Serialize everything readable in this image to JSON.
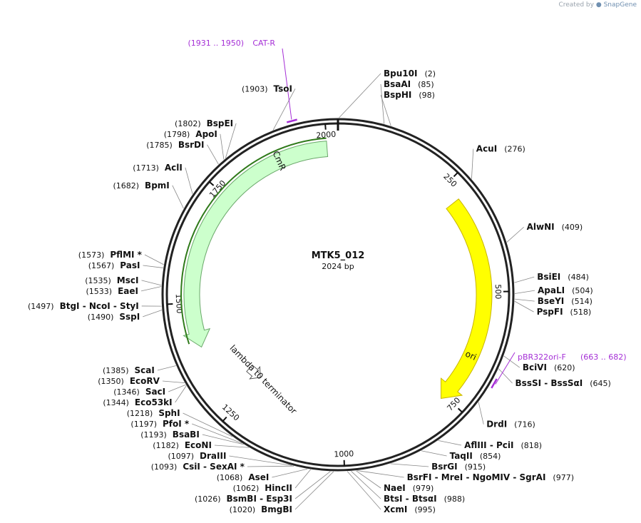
{
  "credit": {
    "prefix": "Created by",
    "brand": "SnapGene"
  },
  "plasmid": {
    "name": "MTK5_012",
    "length": "2024 bp",
    "total_bp": 2024
  },
  "ticks": [
    {
      "bp": 250,
      "label": "250"
    },
    {
      "bp": 500,
      "label": "500"
    },
    {
      "bp": 750,
      "label": "750"
    },
    {
      "bp": 1000,
      "label": "1000"
    },
    {
      "bp": 1250,
      "label": "1250"
    },
    {
      "bp": 1500,
      "label": "1500"
    },
    {
      "bp": 1750,
      "label": "1750"
    },
    {
      "bp": 2000,
      "label": "2000"
    }
  ],
  "features": [
    {
      "name": "ori",
      "start": 290,
      "end": 760,
      "direction": "cw",
      "color": "#ffff00",
      "stroke": "#c8b400"
    },
    {
      "name": "CmR",
      "start": 1400,
      "end": 2000,
      "direction": "ccw",
      "color": "#ccffcc",
      "stroke": "#6aa86a"
    },
    {
      "name": "lambda t0 terminator",
      "start": 1275,
      "end": 1370,
      "direction": "marker",
      "color": "#ffffff",
      "stroke": "#555555"
    }
  ],
  "primers": [
    {
      "name": "CAT-R",
      "range": "(1931 .. 1950)",
      "start": 1931,
      "end": 1950,
      "color": "#a52fd6"
    },
    {
      "name": "pBR322ori-F",
      "range": "(663 .. 682)",
      "start": 663,
      "end": 682,
      "color": "#a52fd6"
    }
  ],
  "sites": [
    {
      "text": "Bpu10I",
      "pos": "(2)",
      "bp": 2,
      "side": "right"
    },
    {
      "text": "BsaAI",
      "pos": "(85)",
      "bp": 85,
      "side": "right"
    },
    {
      "text": "BspHI",
      "pos": "(98)",
      "bp": 98,
      "side": "right"
    },
    {
      "text": "AcuI",
      "pos": "(276)",
      "bp": 276,
      "side": "right"
    },
    {
      "text": "AlwNI",
      "pos": "(409)",
      "bp": 409,
      "side": "right"
    },
    {
      "text": "BsiEI",
      "pos": "(484)",
      "bp": 484,
      "side": "right"
    },
    {
      "text": "ApaLI",
      "pos": "(504)",
      "bp": 504,
      "side": "right"
    },
    {
      "text": "BseYI",
      "pos": "(514)",
      "bp": 514,
      "side": "right"
    },
    {
      "text": "PspFI",
      "pos": "(518)",
      "bp": 518,
      "side": "right"
    },
    {
      "text": "BciVI",
      "pos": "(620)",
      "bp": 620,
      "side": "right"
    },
    {
      "text": "BssSI - BssSαI",
      "pos": "(645)",
      "bp": 645,
      "side": "right"
    },
    {
      "text": "DrdI",
      "pos": "(716)",
      "bp": 716,
      "side": "right"
    },
    {
      "text": "AflIII - PciI",
      "pos": "(818)",
      "bp": 818,
      "side": "right"
    },
    {
      "text": "TaqII",
      "pos": "(854)",
      "bp": 854,
      "side": "right"
    },
    {
      "text": "BsrGI",
      "pos": "(915)",
      "bp": 915,
      "side": "right"
    },
    {
      "text": "BsrFI - MreI - NgoMIV - SgrAI",
      "pos": "(977)",
      "bp": 977,
      "side": "right"
    },
    {
      "text": "NaeI",
      "pos": "(979)",
      "bp": 979,
      "side": "right"
    },
    {
      "text": "BtsI - BtsαI",
      "pos": "(988)",
      "bp": 988,
      "side": "right"
    },
    {
      "text": "XcmI",
      "pos": "(995)",
      "bp": 995,
      "side": "right"
    },
    {
      "text": "BmgBI",
      "pos": "(1020)",
      "bp": 1020,
      "side": "left"
    },
    {
      "text": "BsmBI - Esp3I",
      "pos": "(1026)",
      "bp": 1026,
      "side": "left"
    },
    {
      "text": "HincII",
      "pos": "(1062)",
      "bp": 1062,
      "side": "left"
    },
    {
      "text": "AseI",
      "pos": "(1068)",
      "bp": 1068,
      "side": "left"
    },
    {
      "text": "CsiI - SexAI *",
      "pos": "(1093)",
      "bp": 1093,
      "side": "left"
    },
    {
      "text": "DraIII",
      "pos": "(1097)",
      "bp": 1097,
      "side": "left"
    },
    {
      "text": "EcoNI",
      "pos": "(1182)",
      "bp": 1182,
      "side": "left"
    },
    {
      "text": "BsaBI",
      "pos": "(1193)",
      "bp": 1193,
      "side": "left"
    },
    {
      "text": "PfoI *",
      "pos": "(1197)",
      "bp": 1197,
      "side": "left"
    },
    {
      "text": "SphI",
      "pos": "(1218)",
      "bp": 1218,
      "side": "left"
    },
    {
      "text": "Eco53kI",
      "pos": "(1344)",
      "bp": 1344,
      "side": "left"
    },
    {
      "text": "SacI",
      "pos": "(1346)",
      "bp": 1346,
      "side": "left"
    },
    {
      "text": "EcoRV",
      "pos": "(1350)",
      "bp": 1350,
      "side": "left"
    },
    {
      "text": "ScaI",
      "pos": "(1385)",
      "bp": 1385,
      "side": "left"
    },
    {
      "text": "SspI",
      "pos": "(1490)",
      "bp": 1490,
      "side": "left"
    },
    {
      "text": "BtgI - NcoI - StyI",
      "pos": "(1497)",
      "bp": 1497,
      "side": "left"
    },
    {
      "text": "EaeI",
      "pos": "(1533)",
      "bp": 1533,
      "side": "left"
    },
    {
      "text": "MscI",
      "pos": "(1535)",
      "bp": 1535,
      "side": "left"
    },
    {
      "text": "PasI",
      "pos": "(1567)",
      "bp": 1567,
      "side": "left"
    },
    {
      "text": "PflMI *",
      "pos": "(1573)",
      "bp": 1573,
      "side": "left"
    },
    {
      "text": "BpmI",
      "pos": "(1682)",
      "bp": 1682,
      "side": "left"
    },
    {
      "text": "AclI",
      "pos": "(1713)",
      "bp": 1713,
      "side": "left"
    },
    {
      "text": "BsrDI",
      "pos": "(1785)",
      "bp": 1785,
      "side": "left"
    },
    {
      "text": "ApoI",
      "pos": "(1798)",
      "bp": 1798,
      "side": "left"
    },
    {
      "text": "BspEI",
      "pos": "(1802)",
      "bp": 1802,
      "side": "left"
    },
    {
      "text": "TsoI",
      "pos": "(1903)",
      "bp": 1903,
      "side": "left"
    }
  ]
}
